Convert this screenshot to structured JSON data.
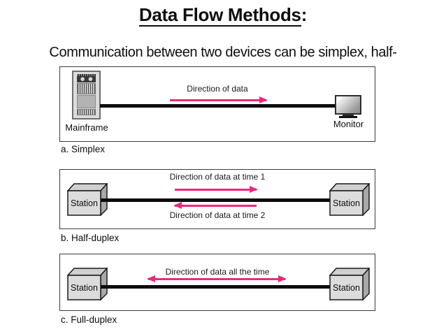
{
  "slide": {
    "title": "Data Flow Methods",
    "title_suffix": ":",
    "subtitle": "Communication between two devices can be simplex, half-"
  },
  "colors": {
    "arrow_pink": "#e92a7c",
    "bus_line_black": "#0c0c0c"
  },
  "panels": {
    "simplex": {
      "caption": "a. Simplex",
      "left_label": "Mainframe",
      "right_label": "Monitor",
      "arrow1_label": "Direction of data"
    },
    "half_duplex": {
      "caption": "b. Half-duplex",
      "left_label": "Station",
      "right_label": "Station",
      "arrow1_label": "Direction of data at time 1",
      "arrow2_label": "Direction of data at time 2"
    },
    "full_duplex": {
      "caption": "c. Full-duplex",
      "left_label": "Station",
      "right_label": "Station",
      "arrow1_label": "Direction of data all the time"
    }
  }
}
